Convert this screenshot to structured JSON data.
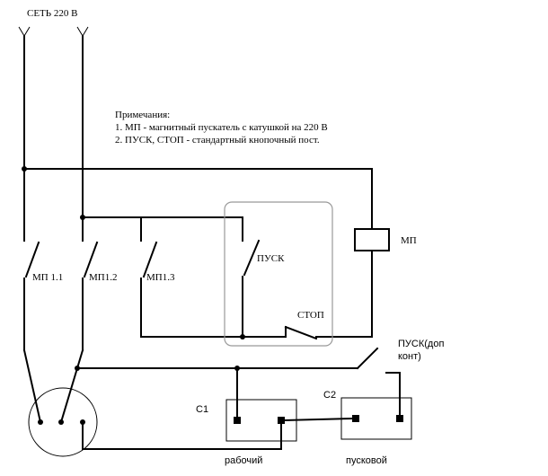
{
  "mains": {
    "label": "СЕТЬ 220 В"
  },
  "notes": {
    "heading": "Примечания:",
    "line1": "1. МП - магнитный пускатель с катушкой на 220 В",
    "line2": "2. ПУСК, СТОП - стандартный кнопочный пост."
  },
  "contacts": {
    "mp11": "МП 1.1",
    "mp12": "МП1.2",
    "mp13": "МП1.3"
  },
  "buttons": {
    "start": "ПУСК",
    "stop": "СТОП",
    "start_aux_line1": "ПУСК(доп",
    "start_aux_line2": "конт)"
  },
  "coil": {
    "label": "МП"
  },
  "capacitors": {
    "c1": {
      "label": "С1",
      "caption": "рабочий"
    },
    "c2": {
      "label": "С2",
      "caption": "пусковой"
    }
  },
  "colors": {
    "line": "#000000",
    "frame": "#999999",
    "background": "#ffffff"
  }
}
